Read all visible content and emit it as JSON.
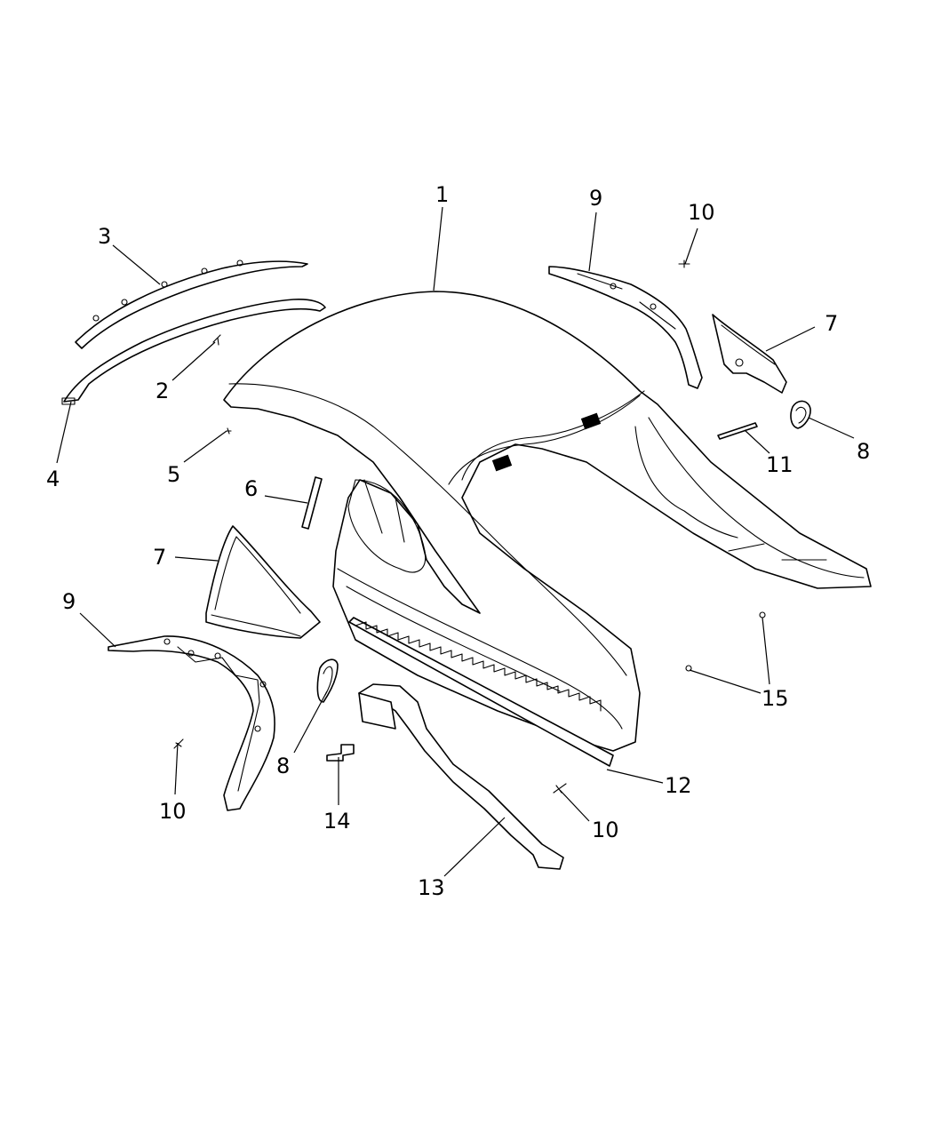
{
  "diagram": {
    "callouts": [
      {
        "id": "c1",
        "label": "1"
      },
      {
        "id": "c2",
        "label": "2"
      },
      {
        "id": "c3",
        "label": "3"
      },
      {
        "id": "c4",
        "label": "4"
      },
      {
        "id": "c5",
        "label": "5"
      },
      {
        "id": "c6",
        "label": "6"
      },
      {
        "id": "c7a",
        "label": "7"
      },
      {
        "id": "c7b",
        "label": "7"
      },
      {
        "id": "c8a",
        "label": "8"
      },
      {
        "id": "c8b",
        "label": "8"
      },
      {
        "id": "c9a",
        "label": "9"
      },
      {
        "id": "c9b",
        "label": "9"
      },
      {
        "id": "c10a",
        "label": "10"
      },
      {
        "id": "c10b",
        "label": "10"
      },
      {
        "id": "c10c",
        "label": "10"
      },
      {
        "id": "c11",
        "label": "11"
      },
      {
        "id": "c12",
        "label": "12"
      },
      {
        "id": "c13",
        "label": "13"
      },
      {
        "id": "c14",
        "label": "14"
      },
      {
        "id": "c15",
        "label": "15"
      }
    ]
  }
}
